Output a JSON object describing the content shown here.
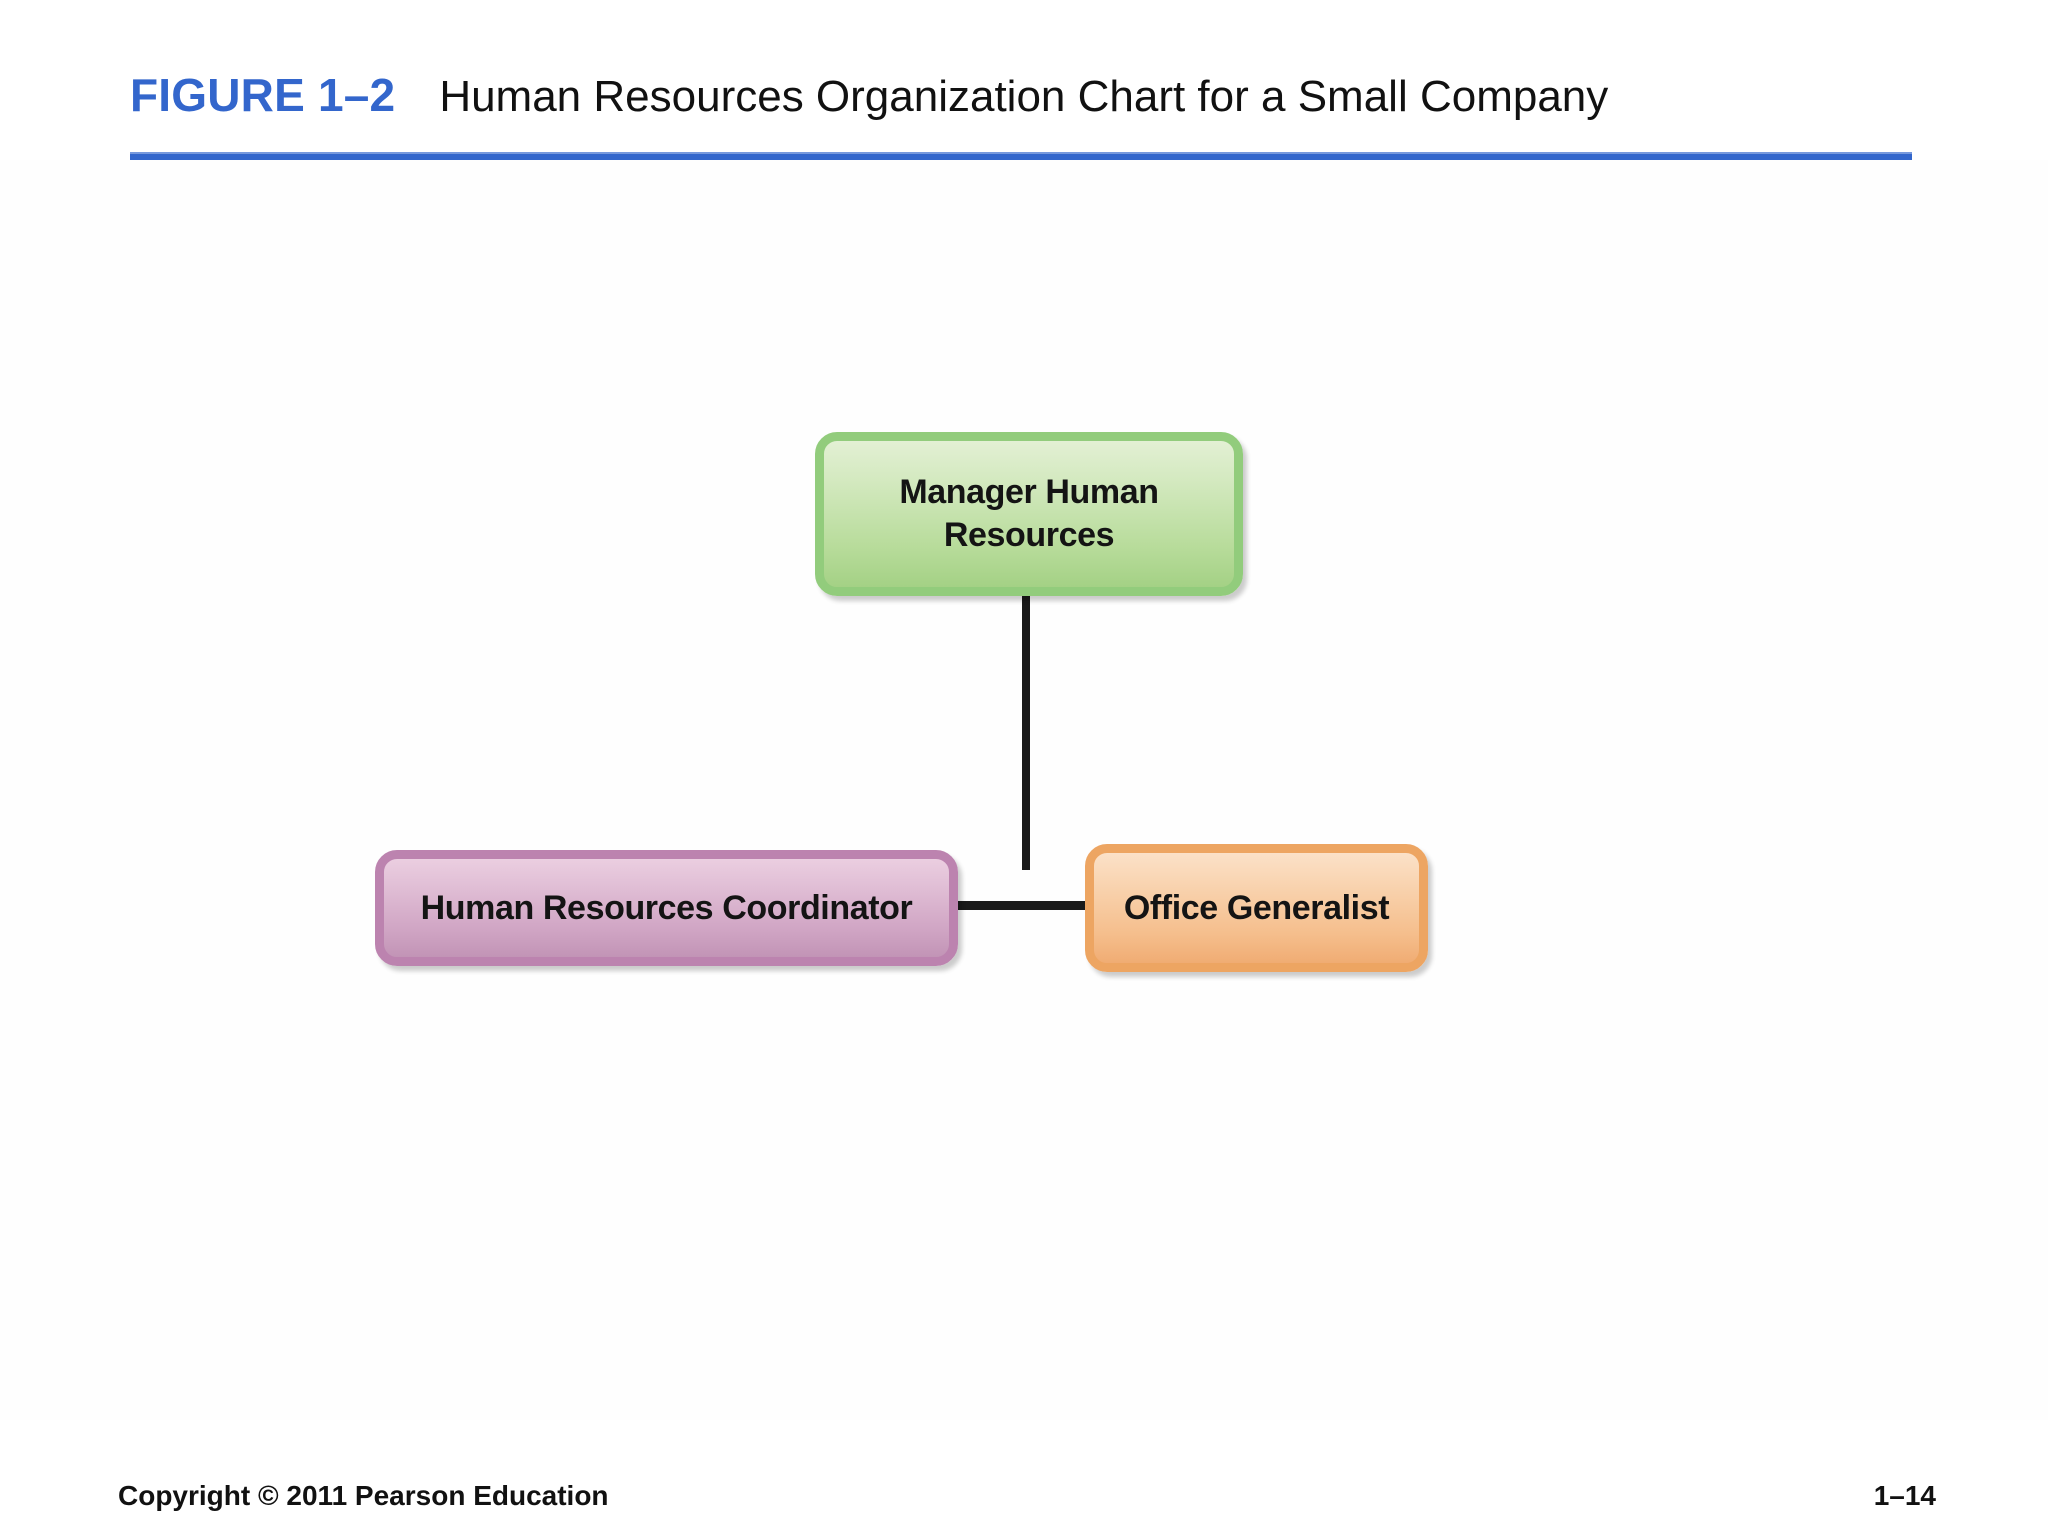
{
  "header": {
    "figure_label": "FIGURE 1–2",
    "figure_title": "Human Resources Organization Chart for a Small Company",
    "accent_color": "#3366CC"
  },
  "footer": {
    "copyright": "Copyright © 2011 Pearson Education",
    "page_number": "1–14"
  },
  "chart_data": {
    "type": "diagram",
    "diagram_type": "organization-chart",
    "title": "Human Resources Organization Chart for a Small Company",
    "nodes": [
      {
        "id": "manager-hr",
        "label": "Manager Human Resources",
        "level": 0,
        "fill": "#B8DC9B",
        "border": "#92CC7C"
      },
      {
        "id": "hr-coordinator",
        "label": "Human Resources Coordinator",
        "level": 1,
        "fill": "#D0A5C4",
        "border": "#BC83AF"
      },
      {
        "id": "office-generalist",
        "label": "Office Generalist",
        "level": 1,
        "fill": "#F5BE8C",
        "border": "#EDA562"
      }
    ],
    "edges": [
      {
        "from": "manager-hr",
        "to": "hr-coordinator"
      },
      {
        "from": "manager-hr",
        "to": "office-generalist"
      }
    ],
    "connector_color": "#1A1A1A",
    "legend": null,
    "annotations": []
  },
  "boxes": {
    "manager_hr": {
      "line1": "Manager Human",
      "line2": "Resources",
      "full": "Manager Human Resources"
    },
    "hr_coordinator": {
      "full": "Human Resources Coordinator"
    },
    "office_generalist": {
      "full": "Office Generalist"
    }
  }
}
